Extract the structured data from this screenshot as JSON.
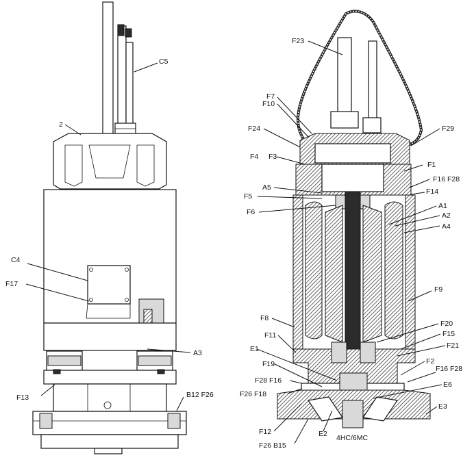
{
  "left_labels": {
    "c5": "C5",
    "n2": "2",
    "c4": "C4",
    "f17": "F17",
    "a3": "A3",
    "f13": "F13",
    "b12f26": "B12  F26"
  },
  "right_labels": {
    "f23": "F23",
    "f7": "F7",
    "f10": "F10",
    "f24": "F24",
    "f29": "F29",
    "f4": "F4",
    "f3": "F3",
    "f1": "F1",
    "f16f28_top": "F16  F28",
    "a5": "A5",
    "f14": "F14",
    "f5": "F5",
    "a1": "A1",
    "f6": "F6",
    "a2": "A2",
    "a4": "A4",
    "f9": "F9",
    "f8": "F8",
    "f20": "F20",
    "f11": "F11",
    "f15": "F15",
    "e1": "E1",
    "f21": "F21",
    "f19": "F19",
    "f2": "F2",
    "f28f16": "F28  F16",
    "f16f28_bot": "F16  F28",
    "f26f18": "F26  F18",
    "e6": "E6",
    "e3": "E3",
    "f12": "F12",
    "e2": "E2",
    "model": "4HC/6MC",
    "f26b15": "F26  B15"
  }
}
